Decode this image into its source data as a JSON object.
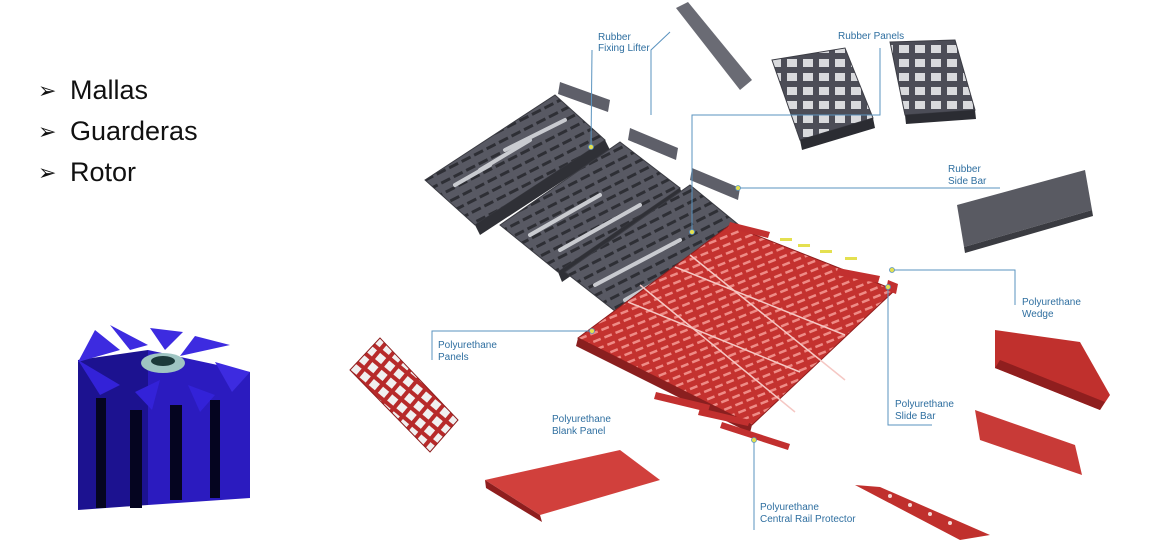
{
  "bullets": [
    {
      "text": "Mallas"
    },
    {
      "text": "Guarderas"
    },
    {
      "text": "Rotor"
    }
  ],
  "bullet_icon": "arrowhead-bullet-icon",
  "labels": {
    "rubber_fixing_lifter": [
      "Rubber",
      "Fixing Lifter"
    ],
    "rubber_panels": [
      "Rubber Panels"
    ],
    "rubber_side_bar": [
      "Rubber",
      "Side Bar"
    ],
    "polyurethane_wedge": [
      "Polyurethane",
      "Wedge"
    ],
    "polyurethane_panels": [
      "Polyurethane",
      "Panels"
    ],
    "polyurethane_slide_bar": [
      "Polyurethane",
      "Slide Bar"
    ],
    "polyurethane_blank_panel": [
      "Polyurethane",
      "Blank Panel"
    ],
    "polyurethane_central_rail_protector": [
      "Polyurethane",
      "Central Rail Protector"
    ]
  },
  "colors": {
    "rubber": "#55565f",
    "polyurethane": "#c2302f",
    "rotor": "#2b18b8",
    "callout": "#5a93bf",
    "label": "#2f6fa0",
    "marker": "#e4e050"
  }
}
